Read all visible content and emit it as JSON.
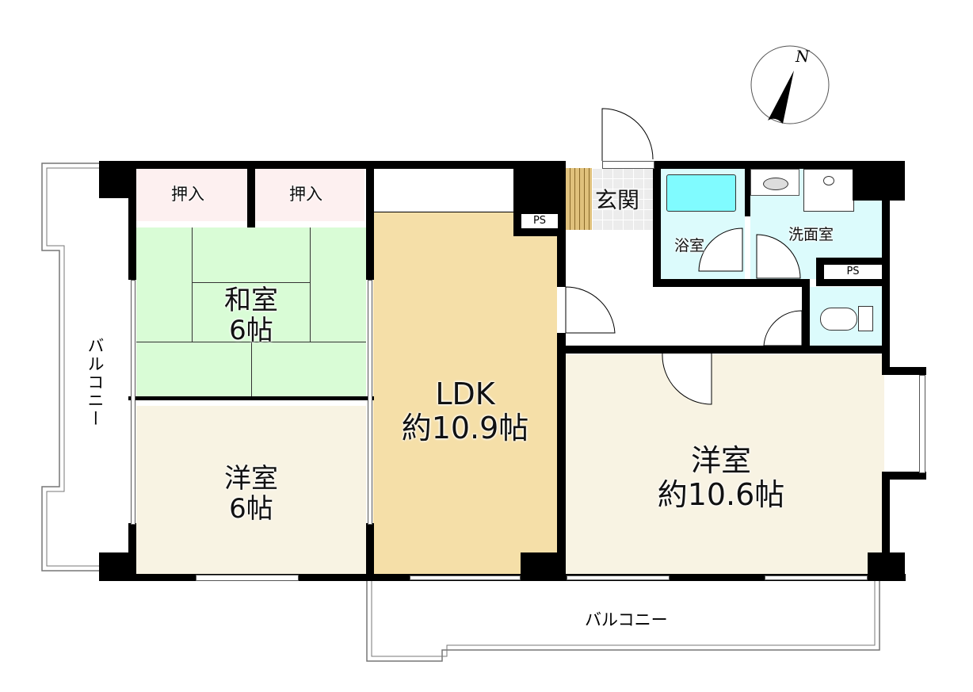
{
  "compass": {
    "label": "N"
  },
  "rooms": {
    "washitsu": {
      "name": "和室",
      "size": "6帖"
    },
    "oshiire_1": {
      "name": "押入"
    },
    "oshiire_2": {
      "name": "押入"
    },
    "yoshitsu_west": {
      "name": "洋室",
      "size": "6帖"
    },
    "ldk": {
      "name": "LDK",
      "size": "約10.9帖"
    },
    "yoshitsu_east": {
      "name": "洋室",
      "size": "約10.6帖"
    },
    "genkan": {
      "name": "玄関"
    },
    "yokushitsu": {
      "name": "浴室"
    },
    "senmenshitsu": {
      "name": "洗面室"
    },
    "ps_1": {
      "name": "PS"
    },
    "ps_2": {
      "name": "PS"
    }
  },
  "balconies": {
    "west": {
      "label": "バルコニー"
    },
    "south": {
      "label": "バルコニー"
    }
  },
  "colors": {
    "washitsu": "#d9fcd6",
    "oshiire": "#fdf0f0",
    "yoshitsu": "#f8f3e3",
    "ldk": "#f5dfa8",
    "wet": "#dcfbfc",
    "bathtub": "#80fbff",
    "genkan_floor": "#ececec",
    "step": "#e0c17c"
  }
}
